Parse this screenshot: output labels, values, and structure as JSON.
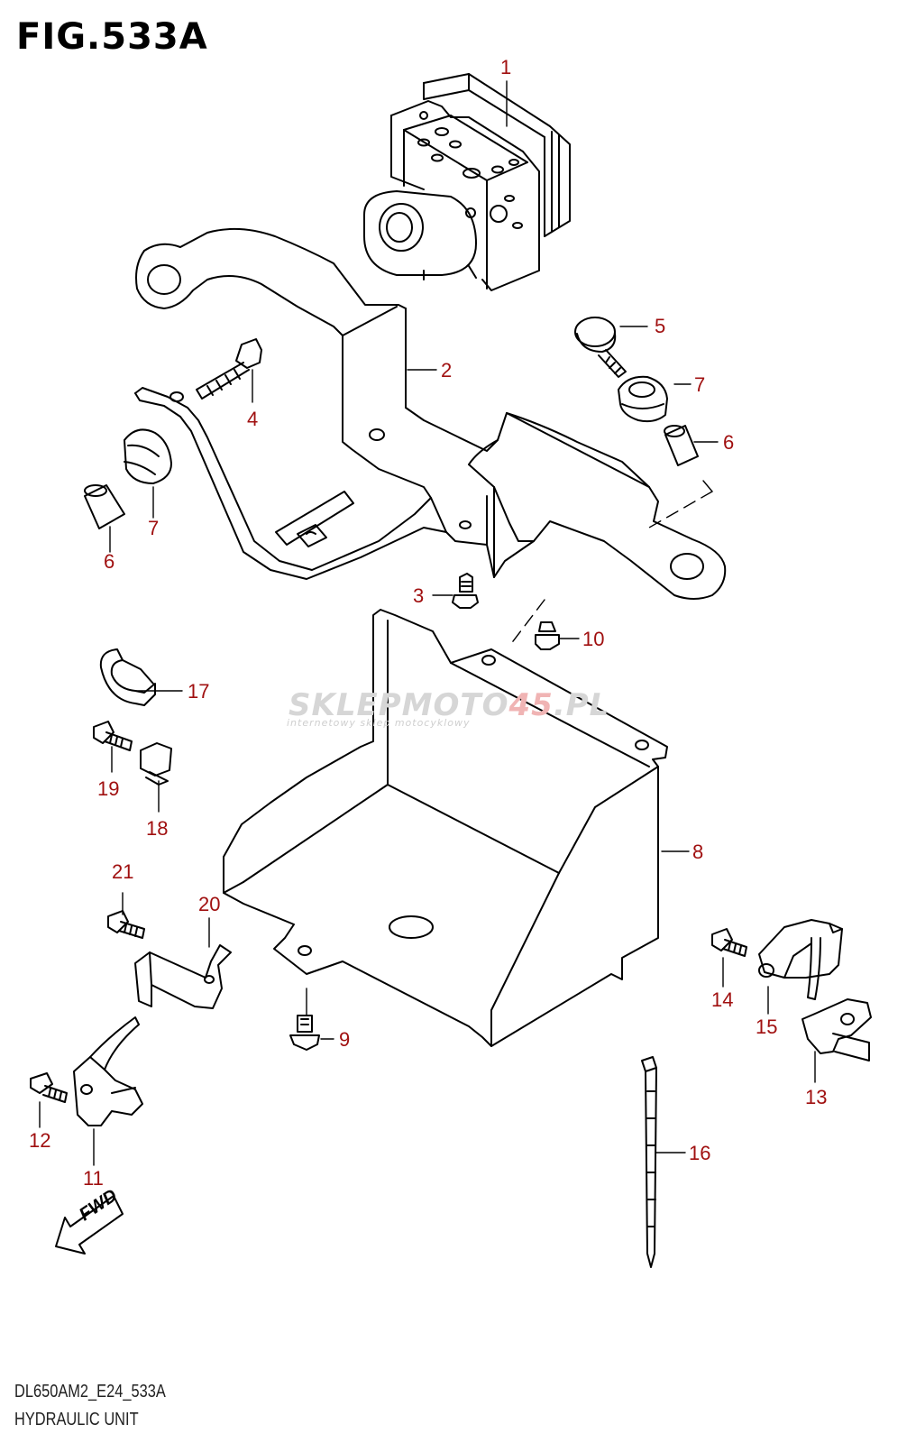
{
  "figure": {
    "title": "FIG.533A",
    "code": "DL650AM2_E24_533A",
    "name": "HYDRAULIC UNIT"
  },
  "watermark": {
    "brand_gray": "SKLEPMOTO",
    "brand_red": "45",
    "brand_suffix": ".PL",
    "tagline": "internetowy sklep motocyklowy"
  },
  "fwd_label": "FWD",
  "callouts": {
    "c1": "1",
    "c2": "2",
    "c3": "3",
    "c4": "4",
    "c5": "5",
    "c6a": "6",
    "c6b": "6",
    "c7a": "7",
    "c7b": "7",
    "c8": "8",
    "c9": "9",
    "c10": "10",
    "c11": "11",
    "c12": "12",
    "c13": "13",
    "c14": "14",
    "c15": "15",
    "c16": "16",
    "c17": "17",
    "c18": "18",
    "c19": "19",
    "c20": "20",
    "c21": "21"
  },
  "colors": {
    "line": "#000000",
    "callout_text": "#a01010",
    "leader": "#000000"
  }
}
